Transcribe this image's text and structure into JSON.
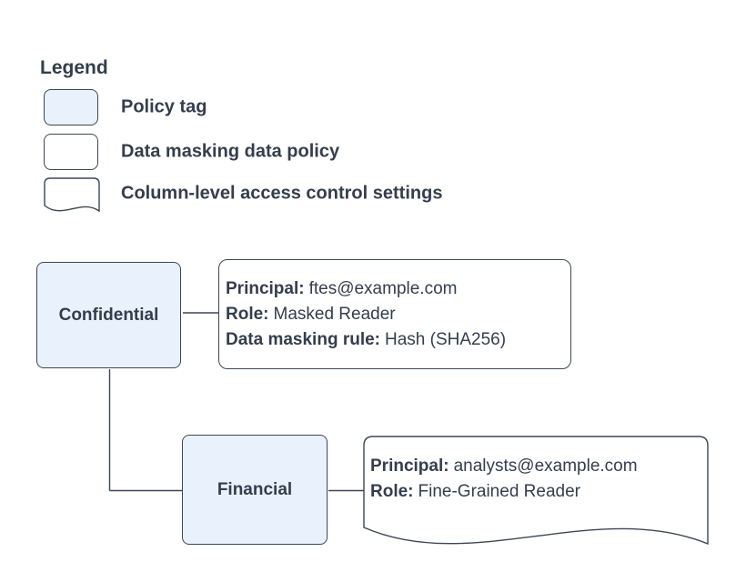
{
  "colors": {
    "policy_tag_fill": "#e9f1fc",
    "stroke": "#3d4753",
    "text": "#333e4d",
    "background": "#ffffff"
  },
  "legend": {
    "title": "Legend",
    "items": [
      {
        "swatch": "policy-tag-swatch",
        "label": "Policy tag"
      },
      {
        "swatch": "data-policy-swatch",
        "label": "Data masking data policy"
      },
      {
        "swatch": "document-swatch",
        "label": "Column-level access control settings"
      }
    ]
  },
  "diagram": {
    "nodes": [
      {
        "id": "confidential",
        "label": "Confidential",
        "type": "policy-tag"
      },
      {
        "id": "financial",
        "label": "Financial",
        "type": "policy-tag"
      }
    ],
    "masking_policy": {
      "shape": "data-masking-data-policy",
      "lines": [
        {
          "label": "Principal:",
          "value": "ftes@example.com"
        },
        {
          "label": "Role:",
          "value": "Masked Reader"
        },
        {
          "label": "Data masking rule:",
          "value": "Hash (SHA256)"
        }
      ]
    },
    "access_settings": {
      "shape": "column-level-access-control-settings",
      "lines": [
        {
          "label": "Principal:",
          "value": "analysts@example.com"
        },
        {
          "label": "Role:",
          "value": "Fine-Grained Reader"
        }
      ]
    }
  }
}
